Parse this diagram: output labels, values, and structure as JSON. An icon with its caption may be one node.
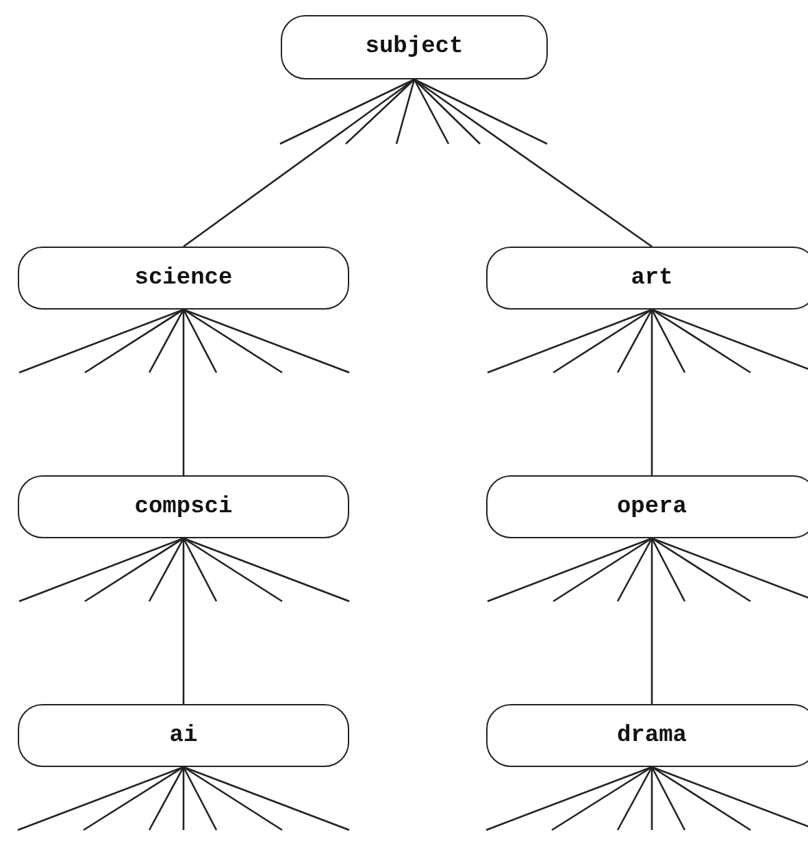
{
  "diagram": {
    "nodes": [
      {
        "text": [
          "subject"
        ]
      },
      {
        "text": [
          "science"
        ]
      },
      {
        "text": [
          "art"
        ]
      },
      {
        "text": [
          "compsci"
        ]
      },
      {
        "text": [
          "opera"
        ]
      },
      {
        "text": [
          "ai"
        ]
      },
      {
        "text": [
          "drama"
        ]
      }
    ],
    "edges": [
      {
        "from": 0,
        "to": 1,
        "arrow": "none"
      },
      {
        "from": 0,
        "to": 2,
        "arrow": "none"
      },
      {
        "from": 1,
        "to": 3,
        "arrow": "none"
      },
      {
        "from": 2,
        "to": 4,
        "arrow": "none"
      },
      {
        "from": 3,
        "to": 5,
        "arrow": "none"
      },
      {
        "from": 4,
        "to": 6,
        "arrow": "none"
      },
      {
        "from": 0,
        "to": null,
        "arrow": "none"
      },
      {
        "from": 0,
        "to": null,
        "arrow": "none"
      },
      {
        "from": 0,
        "to": null,
        "arrow": "none"
      },
      {
        "from": 0,
        "to": null,
        "arrow": "none"
      },
      {
        "from": 0,
        "to": null,
        "arrow": "none"
      },
      {
        "from": 0,
        "to": null,
        "arrow": "none"
      },
      {
        "from": 1,
        "to": null,
        "arrow": "none"
      },
      {
        "from": 1,
        "to": null,
        "arrow": "none"
      },
      {
        "from": 1,
        "to": null,
        "arrow": "none"
      },
      {
        "from": 1,
        "to": null,
        "arrow": "none"
      },
      {
        "from": 1,
        "to": null,
        "arrow": "none"
      },
      {
        "from": 1,
        "to": null,
        "arrow": "none"
      },
      {
        "from": 2,
        "to": null,
        "arrow": "none"
      },
      {
        "from": 2,
        "to": null,
        "arrow": "none"
      },
      {
        "from": 2,
        "to": null,
        "arrow": "none"
      },
      {
        "from": 2,
        "to": null,
        "arrow": "none"
      },
      {
        "from": 2,
        "to": null,
        "arrow": "none"
      },
      {
        "from": 2,
        "to": null,
        "arrow": "none"
      },
      {
        "from": 3,
        "to": null,
        "arrow": "none"
      },
      {
        "from": 3,
        "to": null,
        "arrow": "none"
      },
      {
        "from": 3,
        "to": null,
        "arrow": "none"
      },
      {
        "from": 3,
        "to": null,
        "arrow": "none"
      },
      {
        "from": 3,
        "to": null,
        "arrow": "none"
      },
      {
        "from": 3,
        "to": null,
        "arrow": "none"
      },
      {
        "from": 4,
        "to": null,
        "arrow": "none"
      },
      {
        "from": 4,
        "to": null,
        "arrow": "none"
      },
      {
        "from": 4,
        "to": null,
        "arrow": "none"
      },
      {
        "from": 4,
        "to": null,
        "arrow": "none"
      },
      {
        "from": 4,
        "to": null,
        "arrow": "none"
      },
      {
        "from": 4,
        "to": null,
        "arrow": "none"
      },
      {
        "from": 5,
        "to": null,
        "arrow": "none"
      },
      {
        "from": 5,
        "to": null,
        "arrow": "none"
      },
      {
        "from": 5,
        "to": null,
        "arrow": "none"
      },
      {
        "from": 5,
        "to": null,
        "arrow": "none"
      },
      {
        "from": 5,
        "to": null,
        "arrow": "none"
      },
      {
        "from": 5,
        "to": null,
        "arrow": "none"
      },
      {
        "from": 5,
        "to": null,
        "arrow": "none"
      },
      {
        "from": 6,
        "to": null,
        "arrow": "none"
      },
      {
        "from": 6,
        "to": null,
        "arrow": "none"
      },
      {
        "from": 6,
        "to": null,
        "arrow": "none"
      },
      {
        "from": 6,
        "to": null,
        "arrow": "none"
      },
      {
        "from": 6,
        "to": null,
        "arrow": "none"
      },
      {
        "from": 6,
        "to": null,
        "arrow": "none"
      },
      {
        "from": 6,
        "to": null,
        "arrow": "none"
      }
    ]
  }
}
